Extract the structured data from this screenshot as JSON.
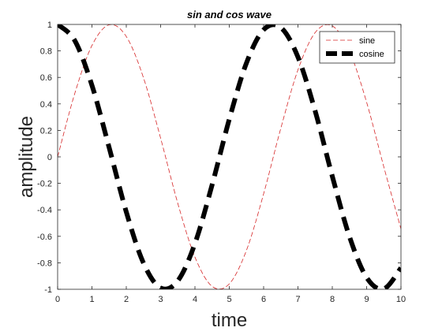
{
  "chart_data": {
    "type": "line",
    "title": "sin and cos wave",
    "xlabel": "time",
    "ylabel": "amplitude",
    "xlim": [
      0,
      10
    ],
    "ylim": [
      -1,
      1
    ],
    "x_ticks": [
      0,
      1,
      2,
      3,
      4,
      5,
      6,
      7,
      8,
      9,
      10
    ],
    "y_ticks": [
      -1,
      -0.8,
      -0.6,
      -0.4,
      -0.2,
      0,
      0.2,
      0.4,
      0.6,
      0.8,
      1
    ],
    "x_tick_labels": [
      "0",
      "1",
      "2",
      "3",
      "4",
      "5",
      "6",
      "7",
      "8",
      "9",
      "10"
    ],
    "y_tick_labels": [
      "-1",
      "-0.8",
      "-0.6",
      "-0.4",
      "-0.2",
      "0",
      "0.2",
      "0.4",
      "0.6",
      "0.8",
      "1"
    ],
    "grid": false,
    "legend_position": "top-right",
    "x": [
      0,
      0.5,
      1,
      1.5,
      2,
      2.5,
      3,
      3.5,
      4,
      4.5,
      5,
      5.5,
      6,
      6.5,
      7,
      7.5,
      8,
      8.5,
      9,
      9.5,
      10
    ],
    "series": [
      {
        "name": "sine",
        "color": "#d62728",
        "line_style": "dashed-thin",
        "values": [
          0,
          0.479,
          0.841,
          0.997,
          0.909,
          0.598,
          0.141,
          -0.351,
          -0.757,
          -0.978,
          -0.959,
          -0.706,
          -0.279,
          0.215,
          0.657,
          0.938,
          0.989,
          0.798,
          0.412,
          -0.075,
          -0.544
        ]
      },
      {
        "name": "cosine",
        "color": "#000000",
        "line_style": "dashed-thick",
        "values": [
          1,
          0.878,
          0.54,
          0.071,
          -0.416,
          -0.801,
          -0.99,
          -0.936,
          -0.654,
          -0.211,
          0.284,
          0.709,
          0.96,
          0.977,
          0.754,
          0.347,
          -0.146,
          -0.602,
          -0.911,
          -0.997,
          -0.839
        ]
      }
    ]
  }
}
